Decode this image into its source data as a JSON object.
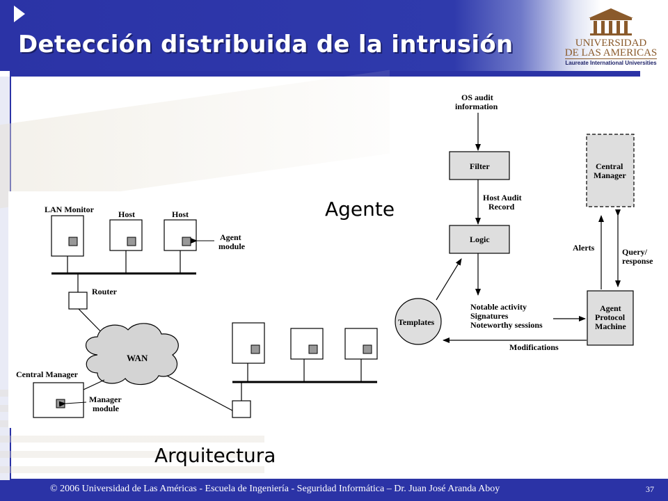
{
  "slide": {
    "title": "Detección distribuida de la intrusión",
    "logo": {
      "line1": "UNIVERSIDAD",
      "line2": "DE LAS AMERICAS",
      "line3": "Laureate International Universities"
    },
    "footer": {
      "text": "© 2006 Universidad de Las Américas - Escuela de Ingeniería - Seguridad Informática – Dr. Juan José Aranda Aboy",
      "page": "37"
    }
  },
  "captions": {
    "agente": "Agente",
    "arquitectura": "Arquitectura"
  },
  "architecture": {
    "lan_monitor": "LAN Monitor",
    "host1": "Host",
    "host2": "Host",
    "agent_module_1": "Agent",
    "agent_module_2": "module",
    "router": "Router",
    "wan": "WAN",
    "central_manager": "Central Manager",
    "manager_module_1": "Manager",
    "manager_module_2": "module"
  },
  "agent": {
    "os_audit_1": "OS audit",
    "os_audit_2": "information",
    "filter": "Filter",
    "host_audit_1": "Host Audit",
    "host_audit_2": "Record",
    "logic": "Logic",
    "templates": "Templates",
    "notable_1": "Notable activity",
    "notable_2": "Signatures",
    "notable_3": "Noteworthy sessions",
    "modifications": "Modifications",
    "central_1": "Central",
    "central_2": "Manager",
    "alerts": "Alerts",
    "query_1": "Query/",
    "query_2": "response",
    "apm_1": "Agent",
    "apm_2": "Protocol",
    "apm_3": "Machine"
  }
}
